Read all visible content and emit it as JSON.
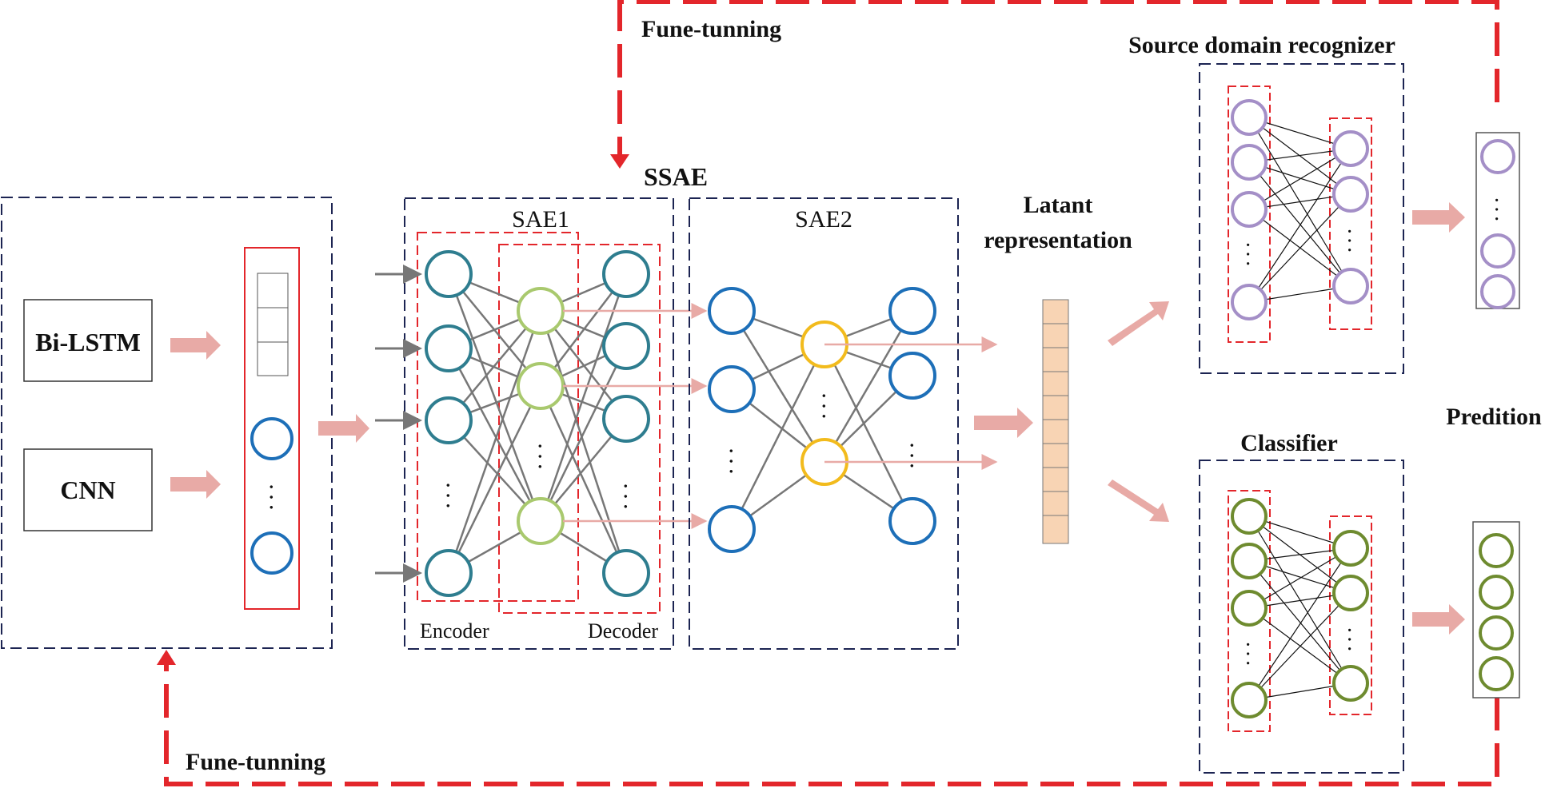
{
  "labels": {
    "finetune_top": "Fune-tunning",
    "finetune_bottom": "Fune-tunning",
    "ssae": "SSAE",
    "sae1": "SAE1",
    "sae2": "SAE2",
    "encoder": "Encoder",
    "decoder": "Decoder",
    "latant_line1": "Latant",
    "latant_line2": "representation",
    "source_domain": "Source domain recognizer",
    "classifier": "Classifier",
    "predition": "Predition",
    "bilstm": "Bi-LSTM",
    "cnn": "CNN",
    "ellipsis": "· · ·"
  },
  "colors": {
    "navy_dash": "#1c2452",
    "red": "#e3262b",
    "arrow_pink": "#e8aaa6",
    "teal": "#2e7d8f",
    "light_green": "#a9c96e",
    "blue": "#1d6fb8",
    "yellow": "#f2bb1d",
    "lavender": "#a48fc7",
    "olive": "#6e8b2f",
    "peach": "#f8d4b4",
    "gray_line": "#777777"
  }
}
